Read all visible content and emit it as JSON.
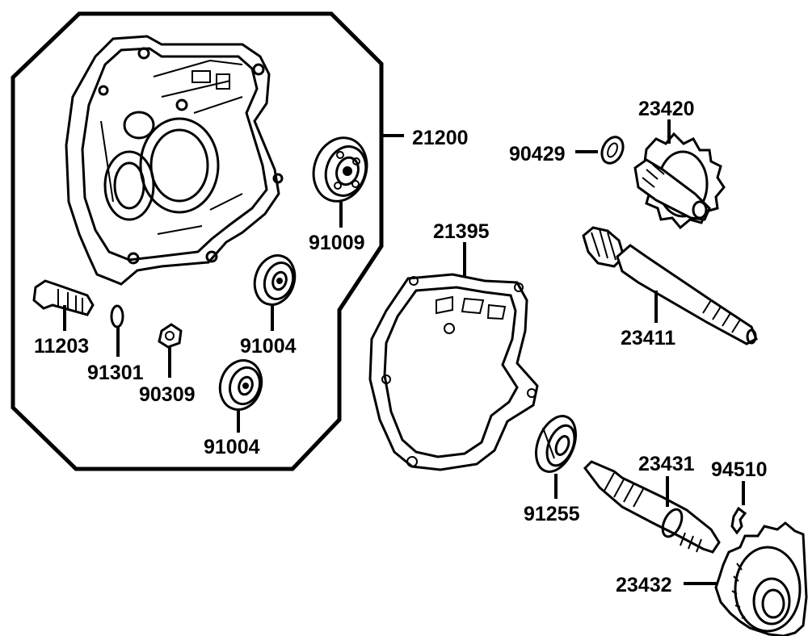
{
  "labels": {
    "l21200": "21200",
    "l91009": "91009",
    "l11203": "11203",
    "l91301": "91301",
    "l90309": "90309",
    "l91004a": "91004",
    "l91004b": "91004",
    "l21395": "21395",
    "l90429": "90429",
    "l23420": "23420",
    "l23411": "23411",
    "l91255": "91255",
    "l23431": "23431",
    "l94510": "94510",
    "l23432": "23432"
  }
}
